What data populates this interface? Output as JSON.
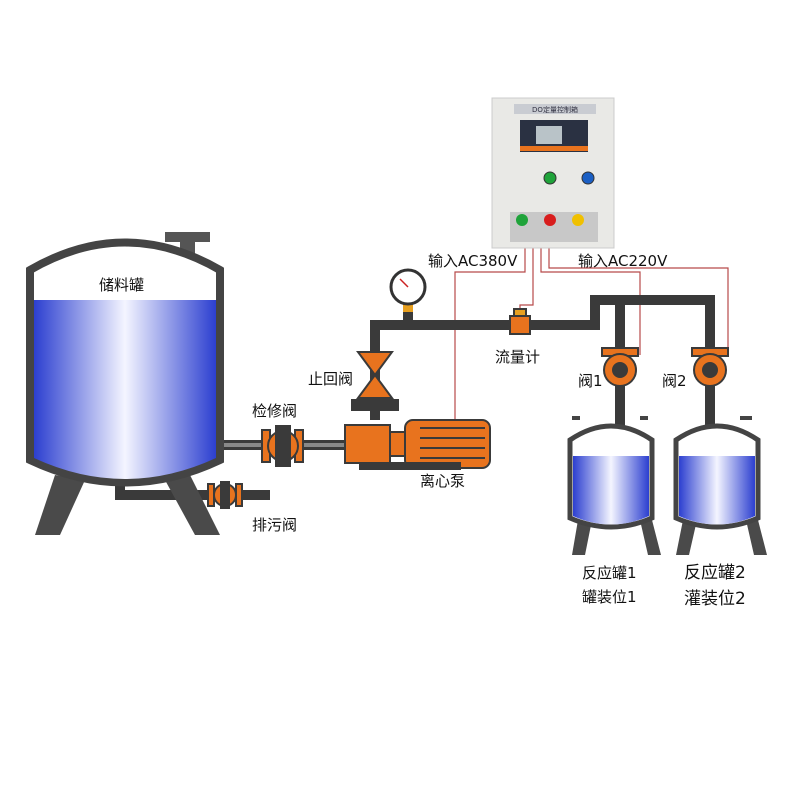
{
  "labels": {
    "storage_tank": "储料罐",
    "maintenance_valve": "检修阀",
    "drain_valve": "排污阀",
    "check_valve": "止回阀",
    "pump": "离心泵",
    "flow_meter": "流量计",
    "input_380": "输入AC380V",
    "input_220": "输入AC220V",
    "valve1": "阀1",
    "valve2": "阀2",
    "reactor1_line1": "反应罐1",
    "reactor1_line2": "罐装位1",
    "reactor2_line1": "反应罐2",
    "reactor2_line2": "灌装位2",
    "panel_title": "DO定量控制箱"
  },
  "colors": {
    "pipe": "#3a3a3a",
    "valve": "#e8731e",
    "liquid": "#3a4fd8",
    "wire": "#b84a4a"
  }
}
